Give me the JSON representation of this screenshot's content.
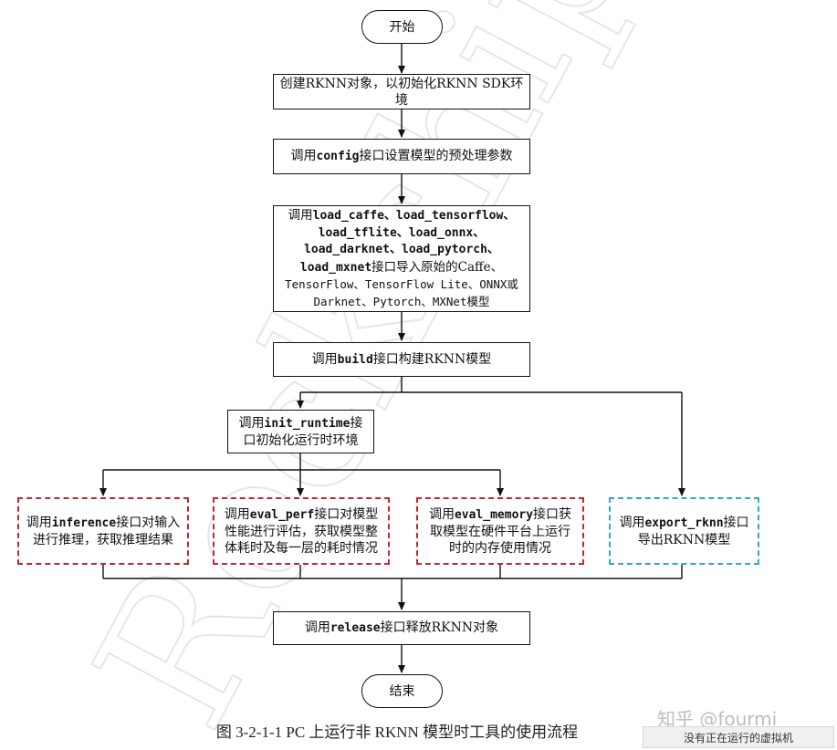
{
  "flow": {
    "start": "开始",
    "create": "创建RKNN对象，以初始化RKNN SDK环境",
    "config_pre": "调用",
    "config_kw": "config",
    "config_post": "接口设置模型的预处理参数",
    "load_l1_pre": "调用",
    "load_l1_kw": "load_caffe、load_tensorflow、",
    "load_l2_kw": "load_tflite、load_onnx、",
    "load_l3_kw": "load_darknet、load_pytorch、",
    "load_l4_kw": "load_mxnet",
    "load_l4_post": "接口导入原始的Caffe、",
    "load_l5": "TensorFlow、TensorFlow Lite、ONNX或",
    "load_l6": "Darknet、Pytorch、MXNet模型",
    "build_pre": "调用",
    "build_kw": "build",
    "build_post": "接口构建RKNN模型",
    "init_pre": "调用",
    "init_kw": "init_runtime",
    "init_post": "接",
    "init_l2": "口初始化运行时环境",
    "inference_pre": "调用",
    "inference_kw": "inference",
    "inference_post": "接口对输入",
    "inference_l2": "进行推理，获取推理结果",
    "perf_pre": "调用",
    "perf_kw": "eval_perf",
    "perf_post": "接口对模型",
    "perf_l2": "性能进行评估，获取模型整",
    "perf_l3": "体耗时及每一层的耗时情况",
    "mem_pre": "调用",
    "mem_kw": "eval_memory",
    "mem_post": "接口获",
    "mem_l2": "取模型在硬件平台上运行",
    "mem_l3": "时的内存使用情况",
    "export_pre": "调用",
    "export_kw": "export_rknn",
    "export_post": "接口",
    "export_l2": "导出RKNN模型",
    "release_pre": "调用",
    "release_kw": "release",
    "release_post": "接口释放RKNN对象",
    "end": "结束"
  },
  "caption": "图 3-2-1-1 PC 上运行非 RKNN 模型时工具的使用流程",
  "watermark": "知乎 @fourmi",
  "background_watermark": "Rockchip",
  "status_bar": "没有正在运行的虚拟机",
  "colors": {
    "dashed_red": "#c0282e",
    "dashed_blue": "#2fa8cf",
    "line": "#111111"
  }
}
